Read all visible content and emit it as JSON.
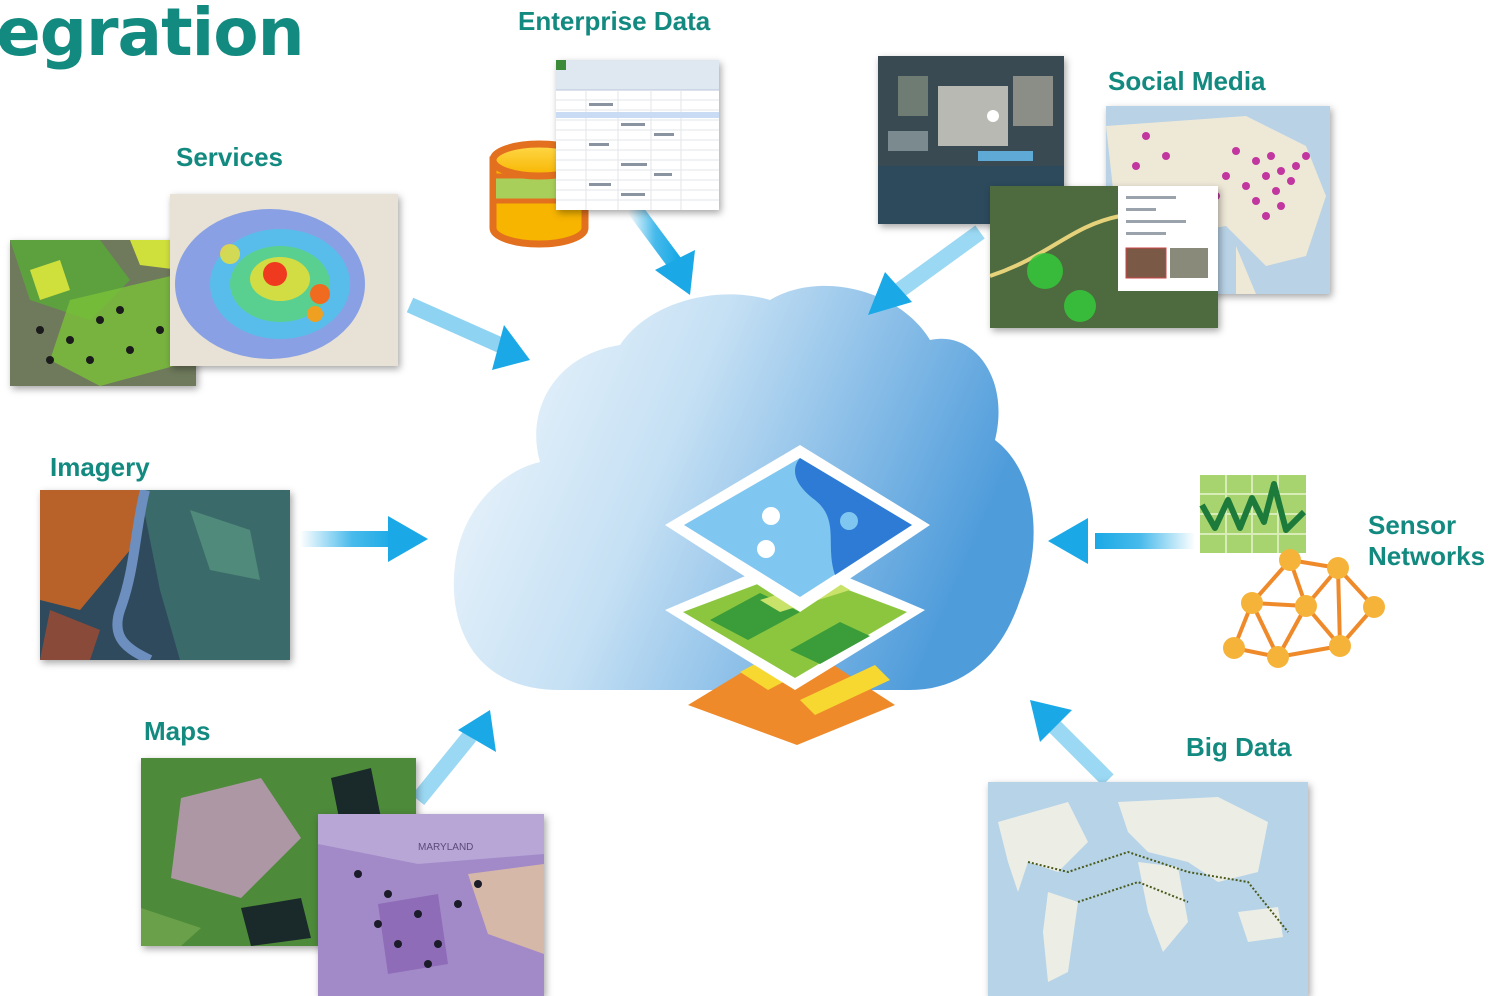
{
  "title": "egration",
  "labels": {
    "enterprise": "Enterprise Data",
    "social": "Social Media",
    "services": "Services",
    "imagery": "Imagery",
    "sensor_line1": "Sensor",
    "sensor_line2": "Networks",
    "maps": "Maps",
    "bigdata": "Big Data",
    "maryland": "MARYLAND"
  },
  "colors": {
    "title": "#138a80",
    "arrow": "#1aa9e6",
    "cloud_light": "#e9f3fb",
    "cloud_dark": "#5aa3dd",
    "sensor_orange": "#f0a52c",
    "sensor_green": "#a8cf5a"
  },
  "icons": [
    "database-icon",
    "cloud-icon",
    "layers-icon",
    "sensor-chart-icon",
    "network-icon"
  ]
}
